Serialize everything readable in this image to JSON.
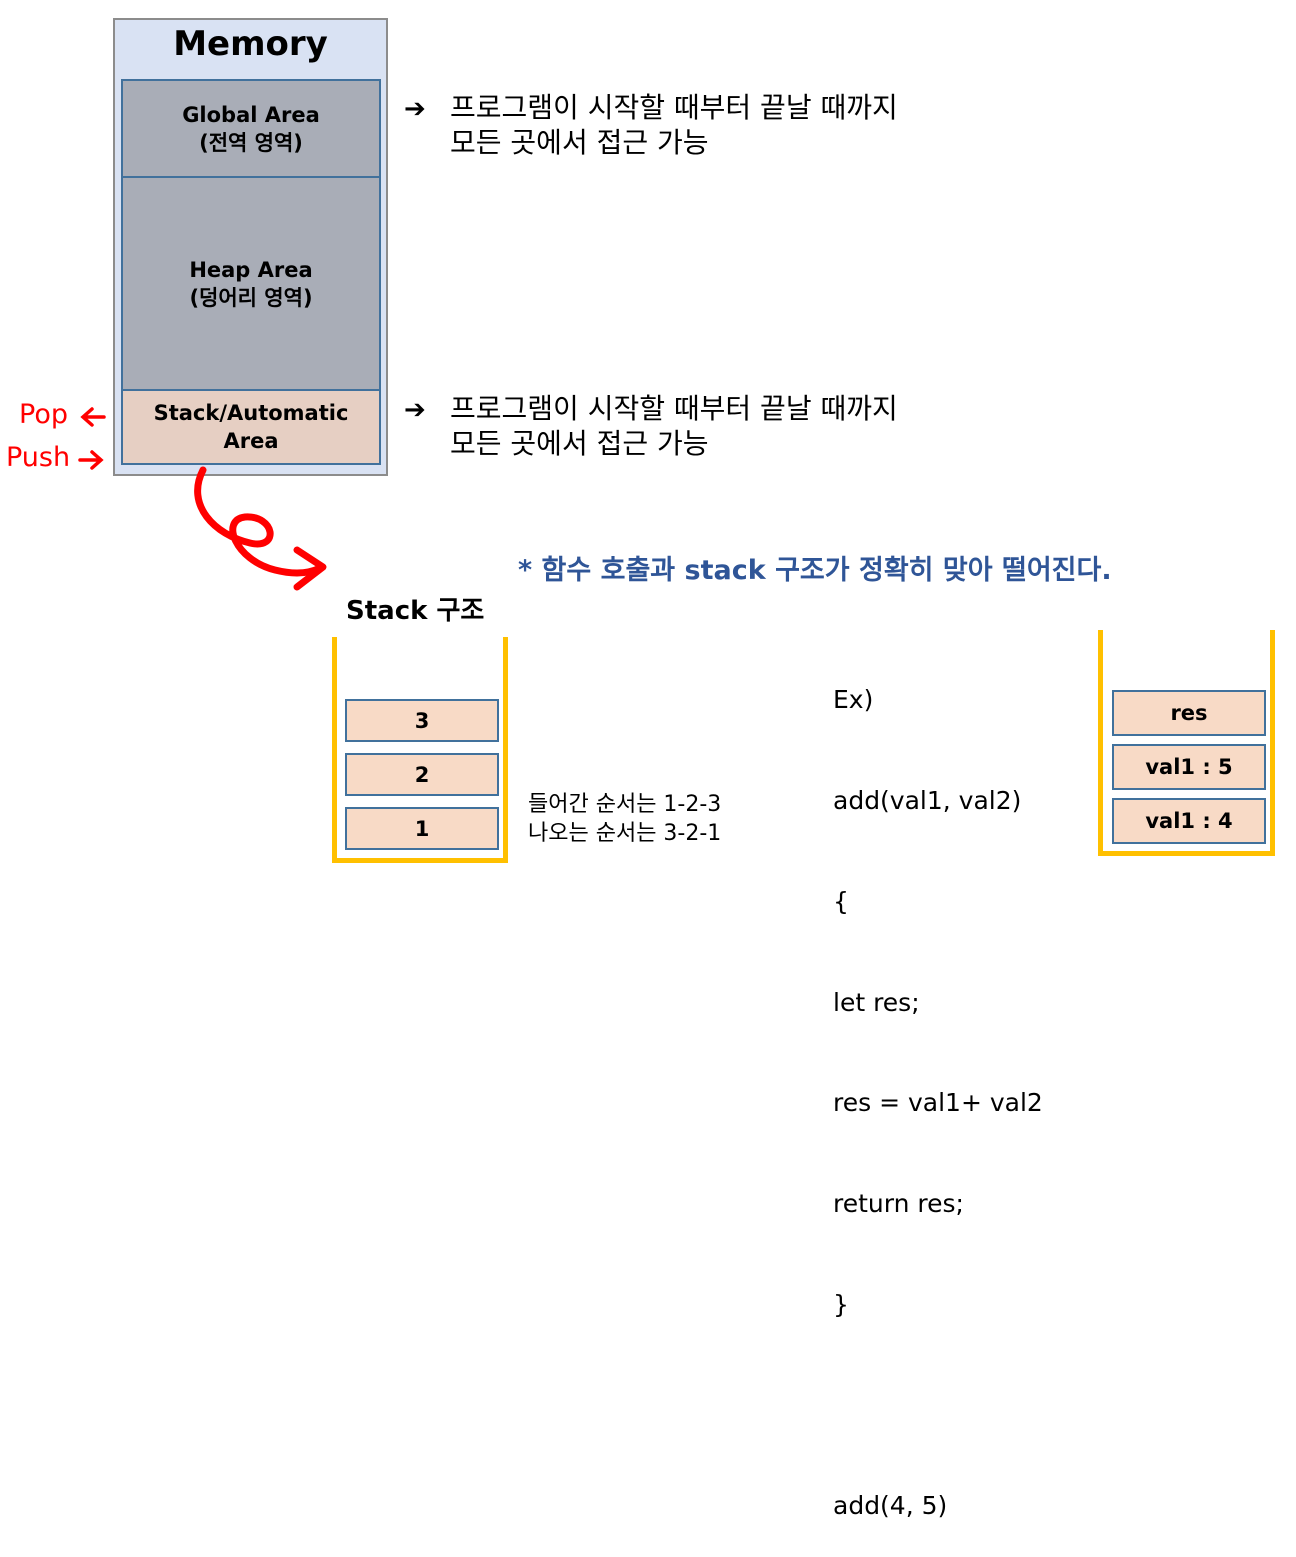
{
  "memory": {
    "title": "Memory",
    "global": {
      "line1": "Global Area",
      "line2": "(전역 영역)"
    },
    "heap": {
      "line1": "Heap Area",
      "line2": "(덩어리 영역)"
    },
    "stack": {
      "line1": "Stack/Automatic",
      "line2": "Area"
    }
  },
  "notes": {
    "global": {
      "line1": "프로그램이 시작할 때부터 끝날 때까지",
      "line2": "모든 곳에서 접근 가능"
    },
    "stack": {
      "line1": "프로그램이 시작할 때부터 끝날 때까지",
      "line2": "모든 곳에서 접근 가능"
    }
  },
  "arrows": {
    "right": "➔",
    "left": "🡐"
  },
  "stack_ops": {
    "pop": "Pop",
    "push": "Push"
  },
  "headline": "* 함수 호출과 stack 구조가 정확히 맞아 떨어진다.",
  "stack_demo": {
    "title": "Stack 구조",
    "cells": [
      "3",
      "2",
      "1"
    ],
    "order_line1": "들어간 순서는 1-2-3",
    "order_line2": "나오는 순서는 3-2-1"
  },
  "code": {
    "lines": [
      "Ex)",
      "add(val1, val2)",
      "{",
      "let res;",
      "res = val1+ val2",
      "return res;",
      "}",
      "",
      "add(4, 5)"
    ]
  },
  "call_stack": {
    "cells": [
      "res",
      "val1 : 5",
      "val1 : 4"
    ]
  },
  "colors": {
    "memory_bg": "#d9e2f3",
    "segment_gray": "#a9adb7",
    "stack_segment": "#e6cfc3",
    "cell_fill": "#f8dac6",
    "cup_border": "#ffc000",
    "headline": "#2f5597",
    "accent_red": "#ff0000"
  }
}
